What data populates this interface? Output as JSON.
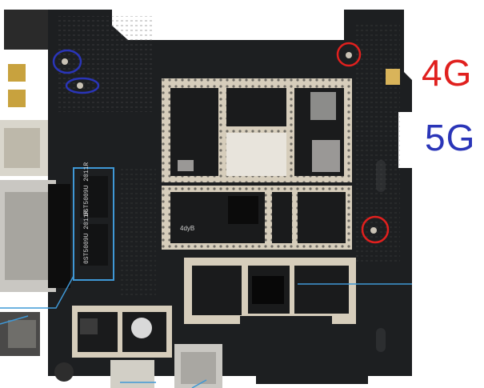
{
  "labels": {
    "band_4g": "4G",
    "band_5g": "5G"
  },
  "colors": {
    "band_4g": "#e0201e",
    "band_5g": "#2a35b8",
    "callout": "#3f98d6",
    "board": "#1d1f21",
    "shield": "#d6cdbb",
    "metal": "#c9c7c2"
  },
  "silkscreen": {
    "chip_text_1": "0ST5009U 2011R",
    "chip_text_2": "0ST5009U 2011R",
    "marking": "4dyB"
  }
}
